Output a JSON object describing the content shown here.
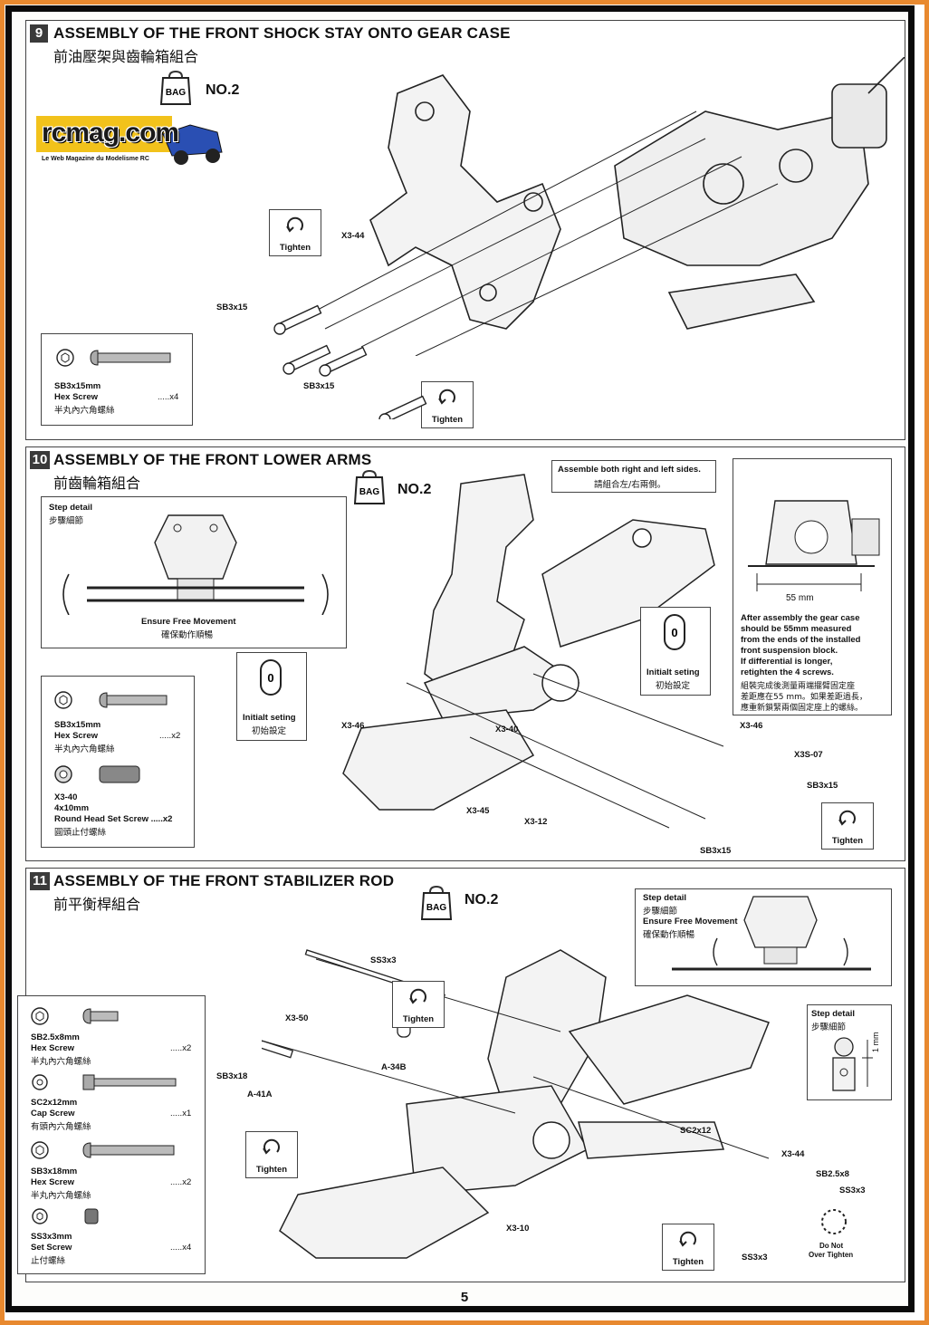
{
  "logo": {
    "text": "rcmag.com",
    "subtitle": "Le Web Magazine du Modelisme RC"
  },
  "colors": {
    "frame": "#e8892f",
    "border": "#0b0b0b",
    "logo_yellow": "#f2c21b",
    "logo_blue": "#2a4fb3"
  },
  "step9": {
    "number": "9",
    "title": "ASSEMBLY OF THE FRONT SHOCK STAY ONTO GEAR CASE",
    "title_cn": "前油壓架與齒輪箱組合",
    "bag_icon": "BAG",
    "bag": "NO.2",
    "labels": {
      "x3_44": "X3-44",
      "sb3x15_a": "SB3x15",
      "sb3x15_b": "SB3x15"
    },
    "tighten_a": "Tighten",
    "tighten_b": "Tighten",
    "parts": {
      "code": "SB3x15mm",
      "name": "Hex Screw",
      "name_cn": "半丸內六角螺絲",
      "qty": ".....x4"
    }
  },
  "step10": {
    "number": "10",
    "title": "ASSEMBLY OF THE FRONT LOWER ARMS",
    "title_cn": "前齒輪箱組合",
    "bag_icon": "BAG",
    "bag": "NO.2",
    "step_detail": "Step detail",
    "step_detail_cn": "步驟細節",
    "ensure": "Ensure Free Movement",
    "ensure_cn": "確保動作順暢",
    "assemble_note": "Assemble both right and left sides.",
    "assemble_note_cn": "請組合左/右兩側。",
    "initial_a": "Initialt seting",
    "initial_a_cn": "初始設定",
    "initial_b": "Initialt seting",
    "initial_b_cn": "初始設定",
    "dial_value": "0",
    "dim": "55 mm",
    "note": [
      "After assembly the gear case",
      "should be 55mm measured",
      "from the ends of the installed",
      "front suspension block.",
      "If differential is longer,",
      "retighten the 4 screws."
    ],
    "note_cn": [
      "組裝完成後測量兩端擺臂固定座",
      "差距應在55 mm。如果差距過長，",
      "應重新鎖緊兩個固定座上的螺絲。"
    ],
    "labels": {
      "x3_46_a": "X3-46",
      "x3_40": "X3-40",
      "x3_45": "X3-45",
      "x3_12": "X3-12",
      "x3_46_b": "X3-46",
      "x3s_07": "X3S-07",
      "sb3x15_a": "SB3x15",
      "sb3x15_b": "SB3x15"
    },
    "tighten": "Tighten",
    "parts": [
      {
        "code": "SB3x15mm",
        "name": "Hex Screw",
        "name_cn": "半丸內六角螺絲",
        "qty": ".....x2"
      },
      {
        "code": "X3-40",
        "code2": "4x10mm",
        "name": "Round Head Set Screw .....x2",
        "name_cn": "圓頭止付螺絲"
      }
    ]
  },
  "step11": {
    "number": "11",
    "title": "ASSEMBLY OF THE FRONT STABILIZER ROD",
    "title_cn": "前平衡桿組合",
    "bag_icon": "BAG",
    "bag": "NO.2",
    "step_detail": "Step detail",
    "step_detail_cn": "步驟細節",
    "ensure": "Ensure Free Movement",
    "ensure_cn": "確保動作順暢",
    "step_detail_b": "Step detail",
    "step_detail_b_cn": "步驟細節",
    "dim": "1 mm",
    "labels": {
      "ss3x3_top": "SS3x3",
      "x3_50": "X3-50",
      "a34b": "A-34B",
      "sb3x18": "SB3x18",
      "a41a": "A-41A",
      "sc2x12": "SC2x12",
      "x3_44": "X3-44",
      "sb25x8": "SB2.5x8",
      "ss3x3_b": "SS3x3",
      "ss3x3_c": "SS3x3",
      "x3_10": "X3-10"
    },
    "tighten_a": "Tighten",
    "tighten_b": "Tighten",
    "tighten_c": "Tighten",
    "do_not": [
      "Do Not",
      "Over Tighten"
    ],
    "parts": [
      {
        "code": "SB2.5x8mm",
        "name": "Hex Screw",
        "name_cn": "半丸內六角螺絲",
        "qty": ".....x2"
      },
      {
        "code": "SC2x12mm",
        "name": "Cap Screw",
        "name_cn": "有頭內六角螺絲",
        "qty": ".....x1"
      },
      {
        "code": "SB3x18mm",
        "name": "Hex Screw",
        "name_cn": "半丸內六角螺絲",
        "qty": ".....x2"
      },
      {
        "code": "SS3x3mm",
        "name": "Set Screw",
        "name_cn": "止付螺絲",
        "qty": ".....x4"
      }
    ]
  },
  "page_number": "5"
}
